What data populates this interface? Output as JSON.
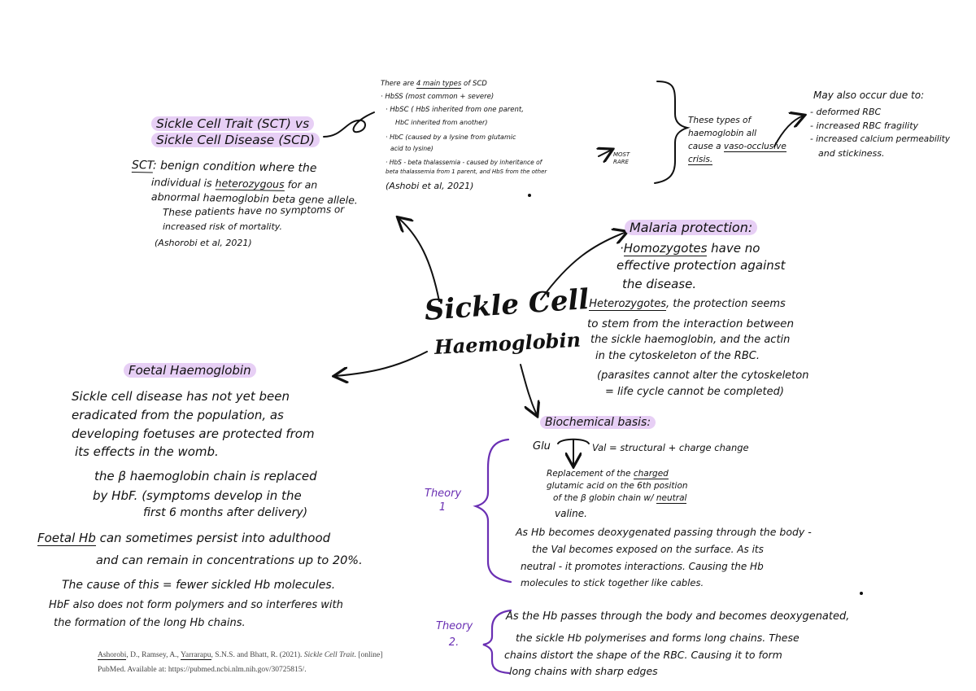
{
  "center": {
    "line1": "Sickle Cell",
    "line2": "Haemoglobin"
  },
  "sct_title": {
    "line1": "Sickle Cell Trait (SCT) vs",
    "line2": "Sickle Cell Disease (SCD)"
  },
  "sct": {
    "label": "SCT",
    "line1": ": benign condition where the",
    "line2_pre": "individual is ",
    "line2_ul": "heterozygous",
    "line2_post": " for an",
    "line3": "abnormal haemoglobin beta gene allele.",
    "line4": "These patients have no symptoms or",
    "line5": "increased risk of mortality.",
    "cite": "(Ashorobi et al, 2021)"
  },
  "types": {
    "line1_pre": "There are ",
    "line1_ul": "4 main types",
    "line1_post": " of SCD",
    "l2": "· HbSS (most common + severe)",
    "l3": "· HbSC ( HbS inherited from one parent,",
    "l4": "HbC inherited from another)",
    "l5": "· HbC (caused by a lysine from glutamic",
    "l6": "acid to lysine)",
    "l7": "· HbS - beta thalassemia - caused by inheritance of",
    "l8": "beta thalassemia from 1 parent, and HbS from the other",
    "cite": "(Ashobi et al, 2021)",
    "most_rare": "MOST RARE"
  },
  "vaso": {
    "l1": "These types of",
    "l2": "haemoglobin all",
    "l3": "cause a ",
    "l3_ul": "vaso-occlusive",
    "l4": "crisis."
  },
  "also": {
    "l1": "May also occur due to:",
    "l2": "- deformed RBC",
    "l3": "- increased RBC fragility",
    "l4": "- increased calcium permeability",
    "l5": "and stickiness."
  },
  "malaria": {
    "title": "Malaria protection:",
    "l1_ul": "Homozygotes",
    "l1_post": " have no",
    "l2": "effective protection against",
    "l3": "the disease.",
    "l4_ul": "Heterozygotes",
    "l4_post": ", the protection seems",
    "l5": "to stem from the interaction between",
    "l6": "the sickle haemoglobin, and the actin",
    "l7": "in the cytoskeleton of the RBC.",
    "l8": "(parasites cannot alter the cytoskeleton",
    "l9": "= life cycle cannot be completed)"
  },
  "foetal": {
    "title": "Foetal Haemoglobin",
    "l1": "Sickle cell disease has not yet been",
    "l2": "eradicated from the population, as",
    "l3": "developing foetuses are protected from",
    "l4": "its effects in the womb.",
    "l5": "the β haemoglobin chain is replaced",
    "l6": "by HbF. (symptoms develop in the",
    "l7": "first 6 months after delivery)",
    "l8_ul": "Foetal Hb",
    "l8_post": " can sometimes persist into adulthood",
    "l9": "and can remain in concentrations up to 20%.",
    "l10": "The cause of this = fewer sickled Hb molecules.",
    "l11": "HbF also does not form polymers and so interferes with",
    "l12": "the formation of the long Hb chains."
  },
  "biochem": {
    "title": "Biochemical basis:",
    "glu": "Glu",
    "val": "Val = structural + charge change",
    "r1_pre": "Replacement of the ",
    "r1_ul": "charged",
    "r2": "glutamic acid on the 6th position",
    "r3_pre": "of the β globin chain w/ ",
    "r3_ul": "neutral",
    "r4": "valine.",
    "theory1": "Theory 1",
    "t1_l1": "As Hb becomes deoxygenated passing through the body -",
    "t1_l2": "the Val becomes exposed on the surface. As its",
    "t1_l3": "neutral - it promotes interactions. Causing the Hb",
    "t1_l4": "molecules to stick together like cables.",
    "theory2": "Theory 2.",
    "t2_l1": "As the Hb passes through the body and becomes deoxygenated,",
    "t2_l2": "the sickle Hb polymerises and forms long chains. These",
    "t2_l3": "chains distort the shape of the RBC. Causing it to form",
    "t2_l4": "long chains with sharp edges"
  },
  "citation": {
    "author_ul": "Ashorobi",
    "mid": ", D., Ramsey, A., ",
    "author2_ul": "Yarrarapu",
    "rest": ", S.N.S. and Bhatt, R. (2021). ",
    "title": "Sickle Cell Trait",
    "end": ". [online]",
    "line2": "PubMed. Available at: https://pubmed.ncbi.nlm.nih.gov/30725815/."
  }
}
